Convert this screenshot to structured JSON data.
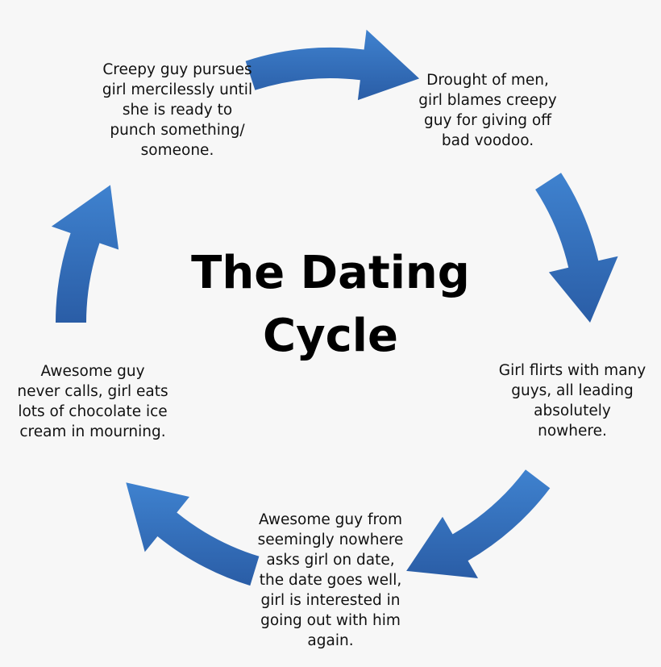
{
  "title": "The Dating\nCycle",
  "steps": [
    {
      "text": "Creepy guy pursues\ngirl mercilessly until\nshe is ready to\npunch something/\nsomeone."
    },
    {
      "text": "Drought of men,\ngirl blames creepy\nguy for giving off\nbad voodoo."
    },
    {
      "text": "Girl flirts with many\nguys, all leading\nabsolutely\nnowhere."
    },
    {
      "text": "Awesome guy from\nseemingly nowhere\nasks girl on date,\nthe date goes well,\ngirl is interested in\ngoing out with him\nagain."
    },
    {
      "text": "Awesome guy\nnever calls, girl eats\nlots of chocolate ice\ncream in mourning."
    }
  ],
  "colors": {
    "arrow_light": "#3f82cf",
    "arrow_dark": "#2a5da6",
    "background": "#f7f7f7"
  }
}
